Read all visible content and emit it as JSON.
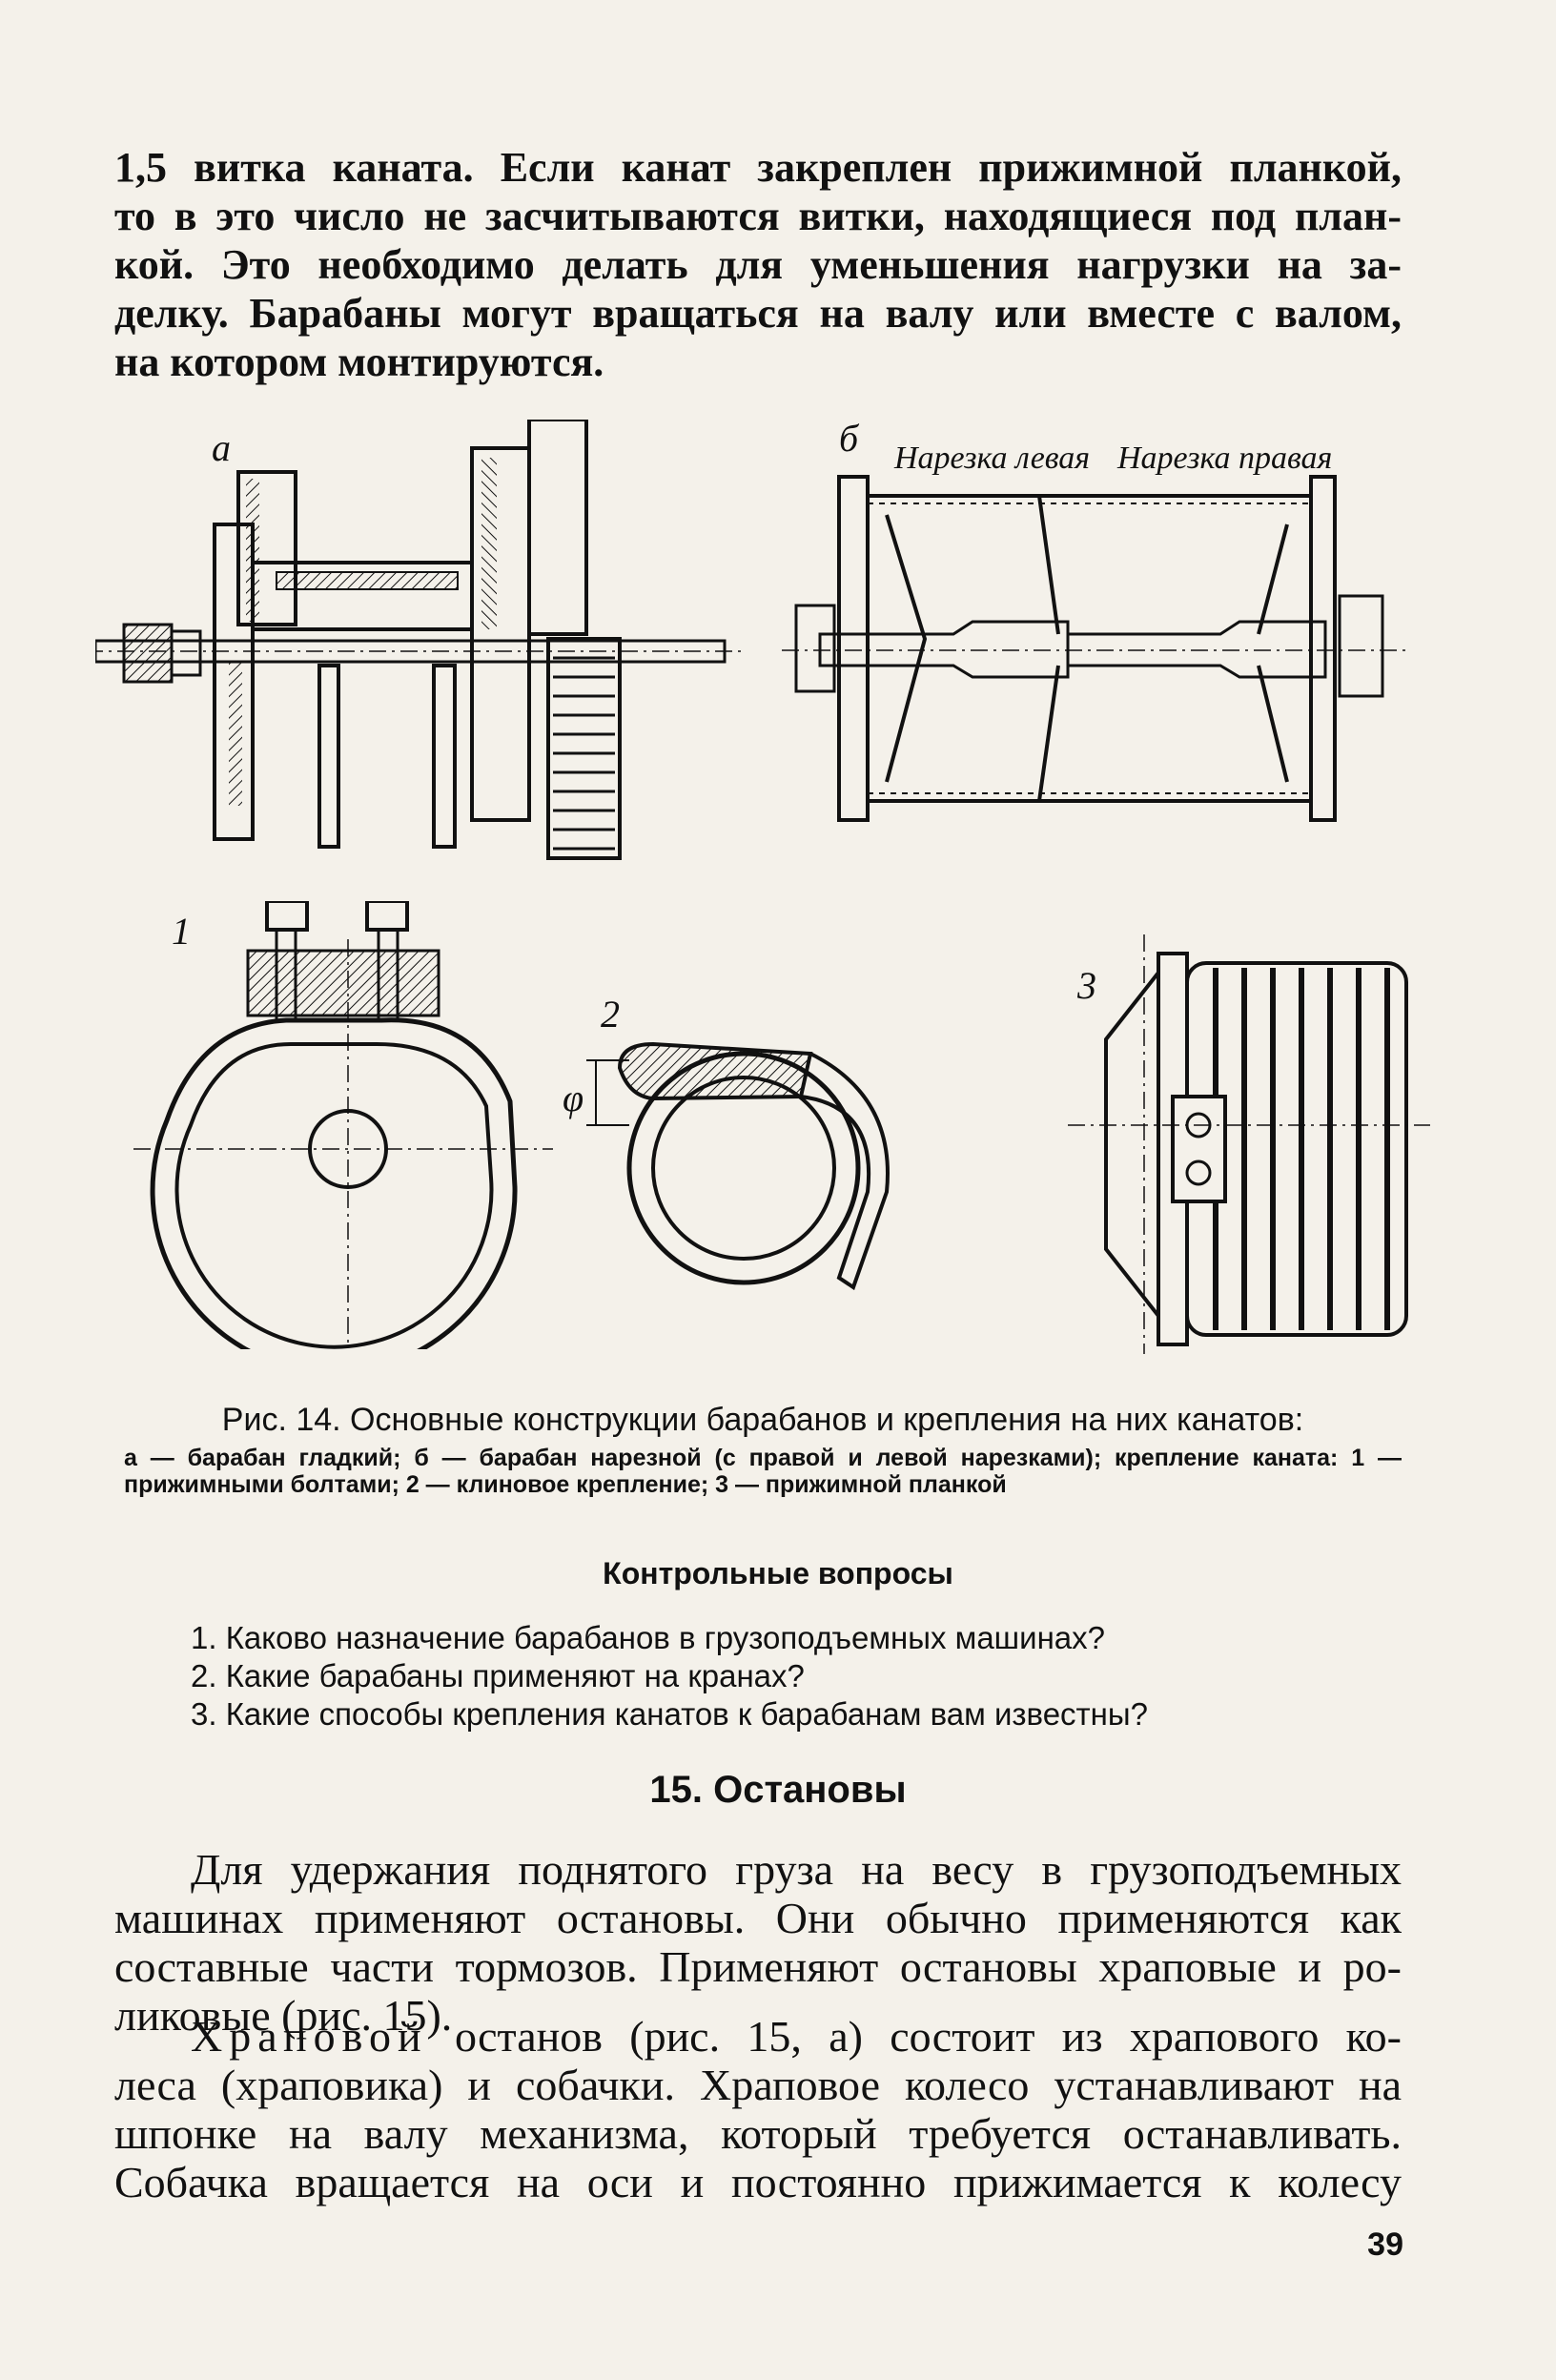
{
  "intro": {
    "lines": [
      "1,5 витка каната. Если канат закреплен прижимной планкой,",
      "то в это число не засчитываются витки, находящиеся под план-",
      "кой. Это необходимо делать для уменьшения нагрузки на за-",
      "делку. Барабаны могут вращаться на валу или вместе с валом,",
      "на котором монтируются."
    ]
  },
  "figure": {
    "label_a": "а",
    "label_b": "б",
    "label_b_left_thread": "Нарезка левая",
    "label_b_right_thread": "Нарезка правая",
    "label_1": "1",
    "label_2": "2",
    "label_3": "3",
    "label_phi": "φ"
  },
  "caption": {
    "title": "Рис. 14. Основные конструкции барабанов и крепления на них канатов:",
    "body": "а — барабан гладкий; б — барабан нарезной (с правой и левой нарезками); крепление каната: 1 — прижимными болтами; 2 — клиновое крепление; 3 — прижимной планкой"
  },
  "questions": {
    "heading": "Контрольные вопросы",
    "items": [
      "1. Каково назначение барабанов в грузоподъемных машинах?",
      "2. Какие барабаны применяют на кранах?",
      "3. Какие способы крепления канатов к барабанам вам известны?"
    ]
  },
  "section": {
    "title": "15. Остановы"
  },
  "body1": {
    "lines": [
      "Для удержания поднятого груза на весу в грузоподъемных",
      "машинах применяют остановы. Они обычно применяются как",
      "составные части тормозов. Применяют остановы храповые и ро-",
      "ликовые (рис. 15)."
    ]
  },
  "body2": {
    "spaced_word": "Храповой",
    "first_line_rest": " останов (рис. 15, а) состоит из храпового ко-",
    "lines": [
      "леса (храповика) и собачки. Храповое колесо устанавливают на",
      "шпонке на валу механизма, который требуется останавливать.",
      "Собачка вращается на оси и постоянно прижимается к колесу"
    ]
  },
  "page_number": "39"
}
